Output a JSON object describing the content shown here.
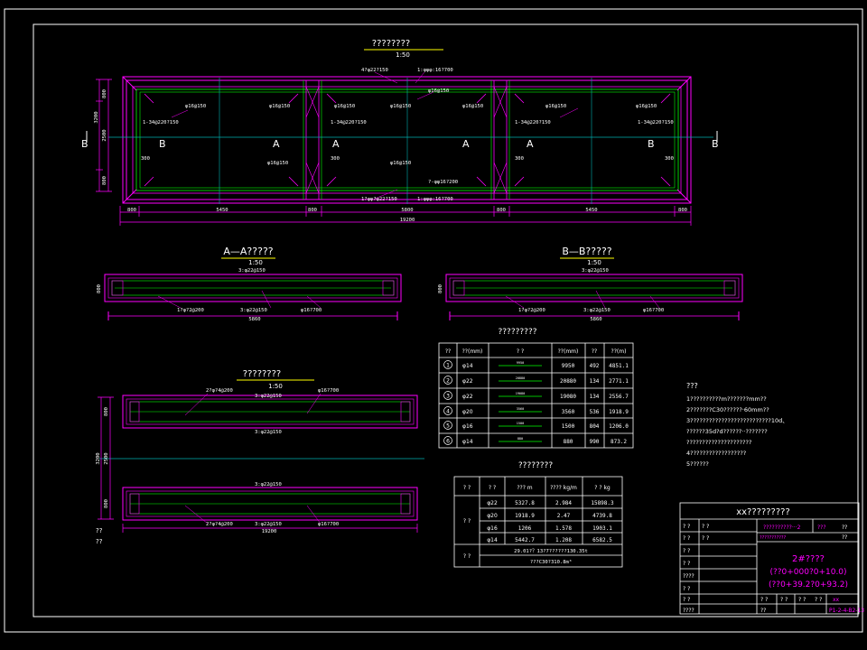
{
  "colors": {
    "bg": "#000000",
    "frame": "#ffffff",
    "magenta": "#ff00ff",
    "green": "#00ff00",
    "cyan": "#00b0b0",
    "yellow": "#ffff00",
    "red": "#ff3030",
    "white": "#ffffff"
  },
  "plan": {
    "title": "????????",
    "scale": "1:50",
    "top_dims": [
      "800",
      "5450",
      "800",
      "5800",
      "800",
      "5450",
      "800"
    ],
    "top_total": "19200",
    "left_dims": [
      "800",
      "2500",
      "3200",
      "800"
    ],
    "section_marks": {
      "b_left": "B",
      "a_left": "A",
      "a_right": "A",
      "b_right": "B"
    },
    "labels": [
      "4?φ22?150",
      "1:φφφ:16?700",
      "φ16@150",
      "1-34@220?150",
      "300",
      "?-φφ16?200"
    ],
    "bottom_label": "1?φφ?φ22?150"
  },
  "section_a": {
    "title": "A—A?????",
    "scale": "1:50",
    "dim": "5860",
    "top_label": "3:φ22@150",
    "bot_label1": "1?φ?2@200",
    "bot_label2": "3:φ22@150",
    "bot_label3": "φ16?700",
    "side_dim": "800"
  },
  "section_b": {
    "title": "B—B?????",
    "scale": "1:50",
    "dim": "5860",
    "top_label": "3:φ22@150",
    "bot_label1": "1?φ?2@200",
    "bot_label2": "3:φ22@150",
    "bot_label3": "φ16?700",
    "side_dim": "800"
  },
  "elevation": {
    "title": "????????",
    "scale": "1:50",
    "labels_top": [
      "2?φ?4@200",
      "3:φ22@150",
      "φ16?700"
    ],
    "mid_label": "3:φ22@150",
    "labels_bot": [
      "2?φ?4@200",
      "3:φ22@150",
      "φ16?700"
    ],
    "dim_bottom": "19200",
    "left_dims": [
      "800",
      "2500",
      "3200",
      "800"
    ],
    "foot": [
      "??",
      "??"
    ]
  },
  "rebar_table": {
    "title": "?????????",
    "headers": [
      "??",
      "??(mm)",
      "? ?",
      "??(mm)",
      "??",
      "??(m)"
    ],
    "rows": [
      {
        "no": "1",
        "dia": "φ14",
        "len": "9950",
        "cnt": "492",
        "total": "4851.1"
      },
      {
        "no": "2",
        "dia": "φ22",
        "len": "20880",
        "cnt": "134",
        "total": "2771.1"
      },
      {
        "no": "3",
        "dia": "φ22",
        "len": "19080",
        "cnt": "134",
        "total": "2556.7"
      },
      {
        "no": "4",
        "dia": "φ20",
        "len": "3560",
        "cnt": "536",
        "total": "1918.9"
      },
      {
        "no": "5",
        "dia": "φ16",
        "len": "1500",
        "cnt": "804",
        "total": "1206.0"
      },
      {
        "no": "6",
        "dia": "φ14",
        "len": "880",
        "cnt": "990",
        "total": "873.2"
      }
    ],
    "shape_marks": [
      "9950",
      "20880",
      "19080",
      "3560",
      "1500",
      "880"
    ]
  },
  "qty_table": {
    "title": "????????",
    "headers": [
      "? ?",
      "? ?",
      "???\nm",
      "????\nkg/m",
      "? ?\nkg"
    ],
    "group": "? ?",
    "rows": [
      {
        "dia": "φ22",
        "len": "5327.8",
        "unit": "2.984",
        "wt": "15898.3"
      },
      {
        "dia": "φ20",
        "len": "1918.9",
        "unit": "2.47",
        "wt": "4739.8"
      },
      {
        "dia": "φ16",
        "len": "1206",
        "unit": "1.578",
        "wt": "1903.1"
      },
      {
        "dia": "φ14",
        "len": "5442.7",
        "unit": "1.208",
        "wt": "6582.5"
      }
    ],
    "total_label": "? ?",
    "total_line1": "29.01?？13?7??????130.35t",
    "total_line2": "???C30?310.8m³"
  },
  "notes": {
    "title": "???",
    "lines": [
      "1??????????m???????mm??",
      "2???????C30??????·60mm??",
      "3??????????????????????????10d、",
      "  ??????35d?d??????··???????",
      "  ?????????????????????",
      "4??????????????????",
      "5??????"
    ]
  },
  "title_block": {
    "company": "xx?????????",
    "rows": [
      "? ?",
      "? ?",
      "? ?",
      "? ?",
      "????",
      "? ?",
      "? ?",
      "????"
    ],
    "row_vals": [
      "? ?",
      "? ?"
    ],
    "project1": "??????????···2",
    "project2": "???????????",
    "drawing_no_l": "???",
    "drawing_no_r": "??",
    "title1": "2#????",
    "title2": "(??0+000?0+10.0)",
    "title3": "(??0+39.2?0+93.2)",
    "footer": [
      "? ?",
      "? ?",
      "? ?",
      "? ?",
      "??",
      "xx"
    ],
    "sheet": "P1-2-4-B2-13"
  }
}
